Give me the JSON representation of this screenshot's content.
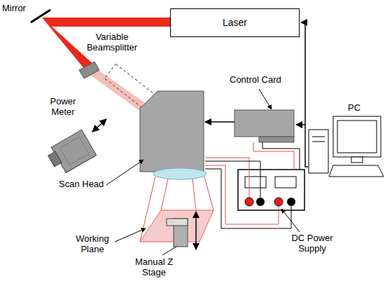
{
  "diagram": {
    "nodes": [
      {
        "text": [
          "Laser"
        ]
      }
    ],
    "labels": [
      "Mirror",
      "Variable Beamsplitter",
      "Power Meter",
      "Scan Head",
      "Control Card",
      "PC",
      "Working Plane",
      "Manual Z Stage",
      "DC Power Supply"
    ]
  }
}
